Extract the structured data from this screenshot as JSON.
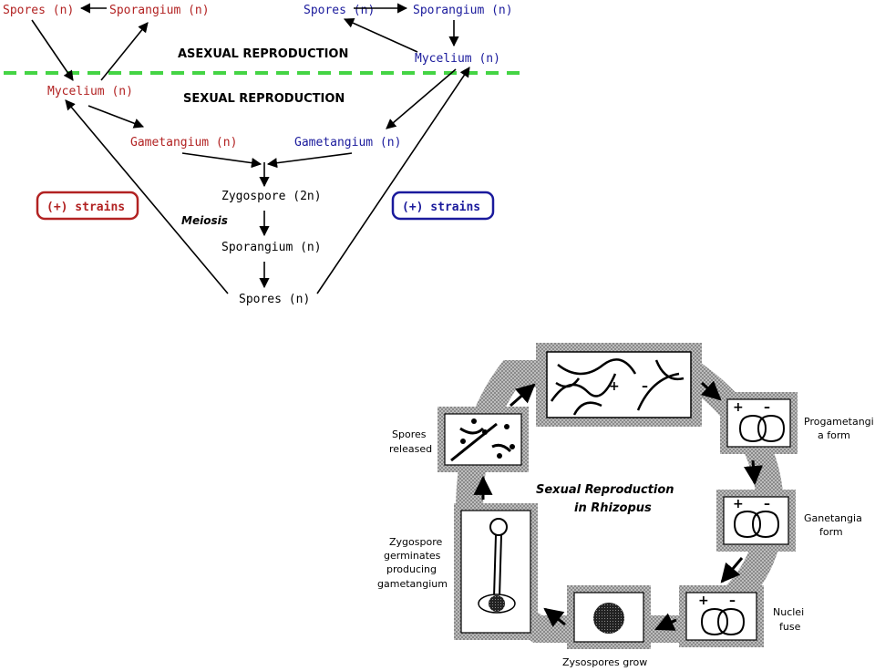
{
  "top_diagram": {
    "left": {
      "spores": "Spores (n)",
      "sporangium": "Sporangium (n)",
      "mycelium": "Mycelium (n)",
      "gametangium": "Gametangium (n)",
      "strain": "(+) strains"
    },
    "right": {
      "spores": "Spores (n)",
      "sporangium": "Sporangium (n)",
      "mycelium": "Mycelium (n)",
      "gametangium": "Gametangium (n)",
      "strain": "(+) strains"
    },
    "center": {
      "zygospore": "Zygospore (2n)",
      "meiosis": "Meiosis",
      "sporangium": "Sporangium (n)",
      "spores": "Spores (n)"
    },
    "asexual_header": "ASEXUAL REPRODUCTION",
    "sexual_header": "SEXUAL REPRODUCTION",
    "colors": {
      "left": "#b22222",
      "right": "#1a1a9c",
      "divider": "#44d444"
    }
  },
  "cycle_diagram": {
    "title_line1": "Sexual Reproduction",
    "title_line2": "in Rhizopus",
    "plus": "+",
    "minus": "–",
    "stages": {
      "progametangia_line1": "Progametangi",
      "progametangia_line2": "a form",
      "ganetangia_line1": "Ganetangia",
      "ganetangia_line2": "form",
      "nuclei_line1": "Nuclei",
      "nuclei_line2": "fuse",
      "zygospores_grow": "Zysospores grow",
      "germinates_line1": "Zygospore",
      "germinates_line2": "germinates",
      "germinates_line3": "producing",
      "germinates_line4": "gametangium",
      "released_line1": "Spores",
      "released_line2": "released"
    }
  }
}
